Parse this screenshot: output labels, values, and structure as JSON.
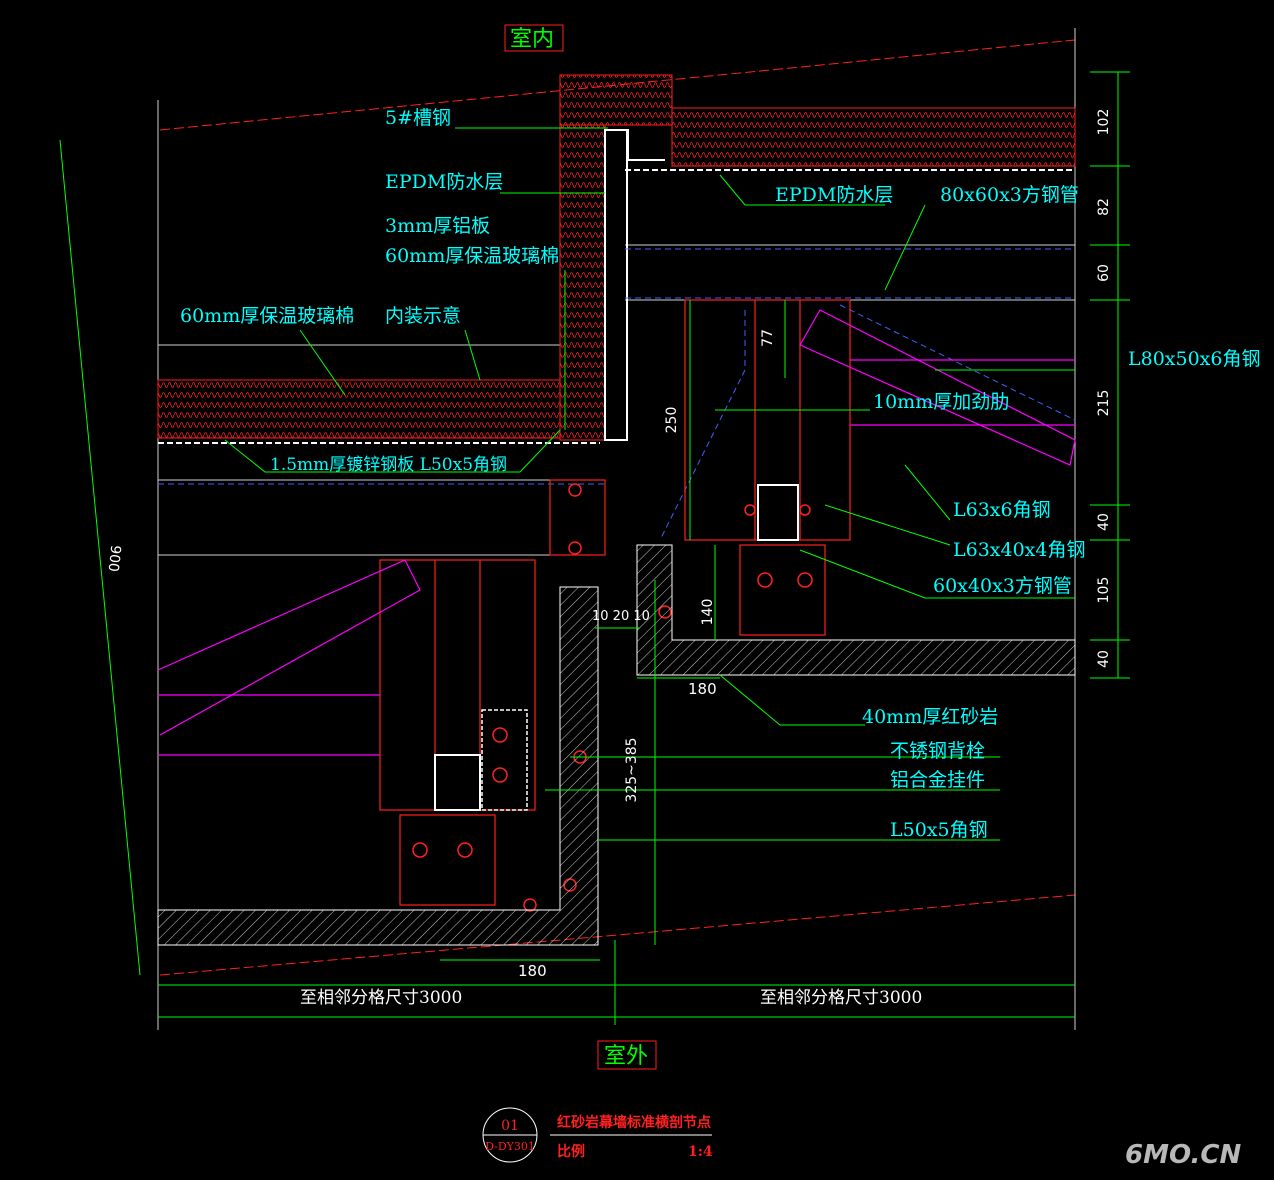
{
  "sides": {
    "inside": "室内",
    "outside": "室外"
  },
  "labels": {
    "channel_steel": "5#槽钢",
    "epdm_left": "EPDM防水层",
    "alu_plate": "3mm厚铝板",
    "glass_wool_60_upper": "60mm厚保温玻璃棉",
    "glass_wool_60_left": "60mm厚保温玻璃棉",
    "interior_hint": "内装示意",
    "galv_plate": "1.5mm厚镀锌钢板 L50x5角钢",
    "epdm_right": "EPDM防水层",
    "square_tube_80": "80x60x3方钢管",
    "angle_l80": "L80x50x6角钢",
    "stiffener": "10mm厚加劲肋",
    "angle_l63x6": "L63x6角钢",
    "angle_l63x40": "L63x40x4角钢",
    "square_tube_60": "60x40x3方钢管",
    "sandstone": "40mm厚红砂岩",
    "back_bolt": "不锈钢背栓",
    "alu_hanger": "铝合金挂件",
    "angle_l50": "L50x5角钢"
  },
  "dimensions": {
    "right": [
      "102",
      "82",
      "60",
      "215",
      "40",
      "105",
      "40"
    ],
    "total_height": "900",
    "d250": "250",
    "d77": "77",
    "d140": "140",
    "gaps": "10 20 10",
    "d180_upper": "180",
    "d325_385": "325~385",
    "d180_lower": "180",
    "span_left": "至相邻分格尺寸3000",
    "span_right": "至相邻分格尺寸3000"
  },
  "title_block": {
    "number": "01",
    "sheet": "D-DY301",
    "title": "红砂岩幕墙标准横剖节点",
    "scale_label": "比例",
    "scale_value": "1:4"
  },
  "watermark": "6MO.CN",
  "colors": {
    "background": "#000000",
    "label": "#00ffff",
    "dimension_line": "#00ff00",
    "steel": "#ff2020",
    "bracket": "#ff00ff",
    "hatch": "#c8c8c8",
    "dashed": "#4060ff"
  }
}
